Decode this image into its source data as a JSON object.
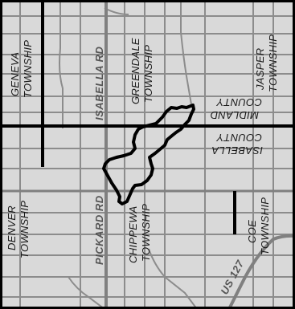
{
  "map": {
    "townships": {
      "geneva": [
        "GENEVA",
        "TOWNSHIP"
      ],
      "greendale": [
        "GREENDALE",
        "TOWNSHIP"
      ],
      "jasper": [
        "JASPER",
        "TOWNSHIP"
      ],
      "denver": [
        "DENVER",
        "TOWNSHIP"
      ],
      "chippewa": [
        "CHIPPEWA",
        "TOWNSHIP"
      ],
      "coe": [
        "COE",
        "TOWNSHIP"
      ]
    },
    "counties": {
      "midland": [
        "COUNTY",
        "MIDLAND"
      ],
      "isabella": [
        "COUNTY",
        "ISABELLA"
      ]
    },
    "roads": {
      "isabella_rd": "ISABELLA RD",
      "pickard_rd": "PICKARD RD",
      "us127": "US 127"
    },
    "colors": {
      "background": "#d9d9d9",
      "minor_road": "#8c8c8c",
      "major_road": "#808080",
      "boundary": "#000000",
      "border": "#000000"
    }
  }
}
